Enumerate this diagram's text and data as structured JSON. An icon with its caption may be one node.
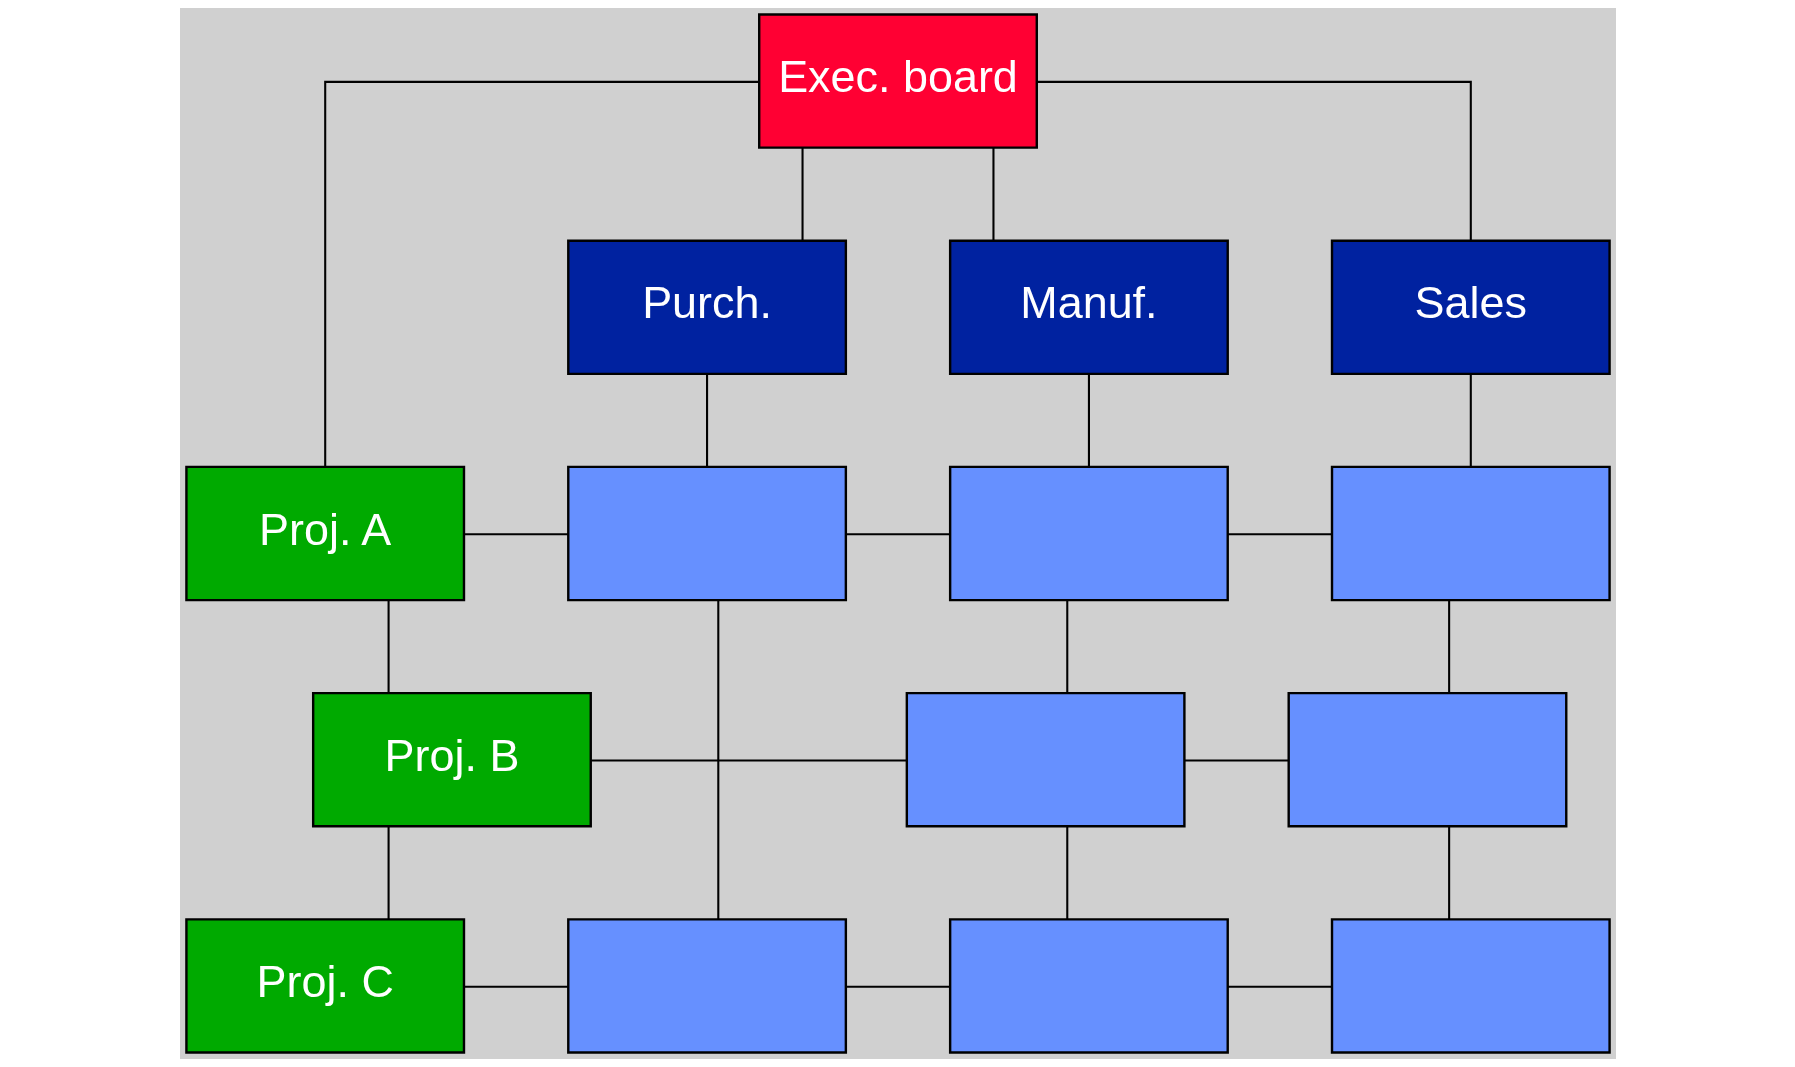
{
  "diagram": {
    "nodes": [
      {
        "text": [
          "Exec. board"
        ]
      },
      {
        "text": [
          "Purch."
        ]
      },
      {
        "text": [
          "Manuf."
        ]
      },
      {
        "text": [
          "Sales"
        ]
      },
      {
        "text": [
          "Proj. A"
        ]
      },
      {
        "text": [],
        "shape": "box"
      },
      {
        "text": [],
        "shape": "box"
      },
      {
        "text": [],
        "shape": "box"
      },
      {
        "text": [
          "Proj. B"
        ]
      },
      {
        "text": [],
        "shape": "box"
      },
      {
        "text": [],
        "shape": "box"
      },
      {
        "text": [
          "Proj. C"
        ]
      },
      {
        "text": [],
        "shape": "box"
      },
      {
        "text": [],
        "shape": "box"
      },
      {
        "text": [],
        "shape": "box"
      }
    ],
    "edges": [
      {
        "from": 0,
        "to": 1,
        "arrow": "none"
      },
      {
        "from": 0,
        "to": 2,
        "arrow": "none"
      },
      {
        "from": 0,
        "to": 3,
        "arrow": "none"
      },
      {
        "from": 0,
        "to": 4,
        "arrow": "none"
      },
      {
        "from": 1,
        "to": 5,
        "arrow": "none"
      },
      {
        "from": 2,
        "to": 6,
        "arrow": "none"
      },
      {
        "from": 3,
        "to": 7,
        "arrow": "none"
      },
      {
        "from": 4,
        "to": 5,
        "arrow": "none"
      },
      {
        "from": 5,
        "to": 6,
        "arrow": "none"
      },
      {
        "from": 6,
        "to": 7,
        "arrow": "none"
      },
      {
        "from": 4,
        "to": 8,
        "arrow": "none"
      },
      {
        "from": 5,
        "to": 12,
        "arrow": "none"
      },
      {
        "from": 6,
        "to": 9,
        "arrow": "none"
      },
      {
        "from": 7,
        "to": 10,
        "arrow": "none"
      },
      {
        "from": 8,
        "to": 9,
        "arrow": "none"
      },
      {
        "from": 9,
        "to": 10,
        "arrow": "none"
      },
      {
        "from": 8,
        "to": 11,
        "arrow": "none"
      },
      {
        "from": 9,
        "to": 13,
        "arrow": "none"
      },
      {
        "from": 10,
        "to": 14,
        "arrow": "none"
      },
      {
        "from": 11,
        "to": 12,
        "arrow": "none"
      },
      {
        "from": 12,
        "to": 13,
        "arrow": "none"
      },
      {
        "from": 13,
        "to": 14,
        "arrow": "none"
      }
    ]
  }
}
